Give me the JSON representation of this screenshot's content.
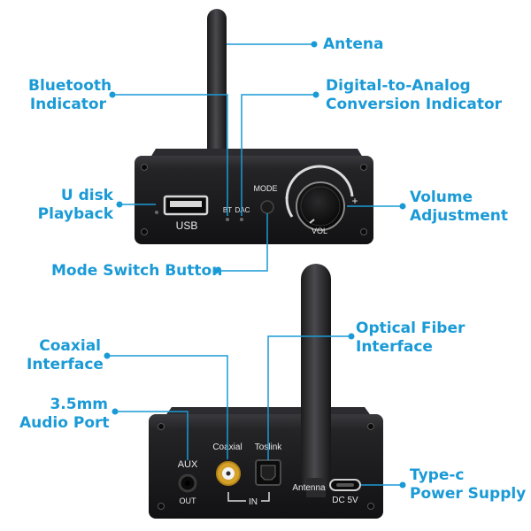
{
  "callouts": {
    "antena": [
      "Antena"
    ],
    "bluetooth": [
      "Bluetooth",
      "Indicator"
    ],
    "dac": [
      "Digital-to-Analog",
      "Conversion Indicator"
    ],
    "udisk": [
      "U disk",
      "Playback"
    ],
    "volume": [
      "Volume",
      "Adjustment"
    ],
    "mode": [
      "Mode Switch Button"
    ],
    "coaxial": [
      "Coaxial",
      "Interface"
    ],
    "optical": [
      "Optical Fiber",
      "Interface"
    ],
    "audio": [
      "3.5mm",
      "Audio Port"
    ],
    "typec": [
      "Type-c",
      "Power Supply"
    ]
  },
  "front_panel": {
    "usb": "USB",
    "bt": "BT",
    "dac": "DAC",
    "mode": "MODE",
    "minus": "-",
    "plus": "+",
    "vol": "VOL"
  },
  "back_panel": {
    "aux": "AUX",
    "out": "OUT",
    "coaxial": "Coaxial",
    "toslink": "Toslink",
    "in": "IN",
    "antenna": "Antenna",
    "dc": "DC 5V"
  },
  "colors": {
    "accent": "#1a9ad6",
    "device": "#1c1c1e"
  }
}
